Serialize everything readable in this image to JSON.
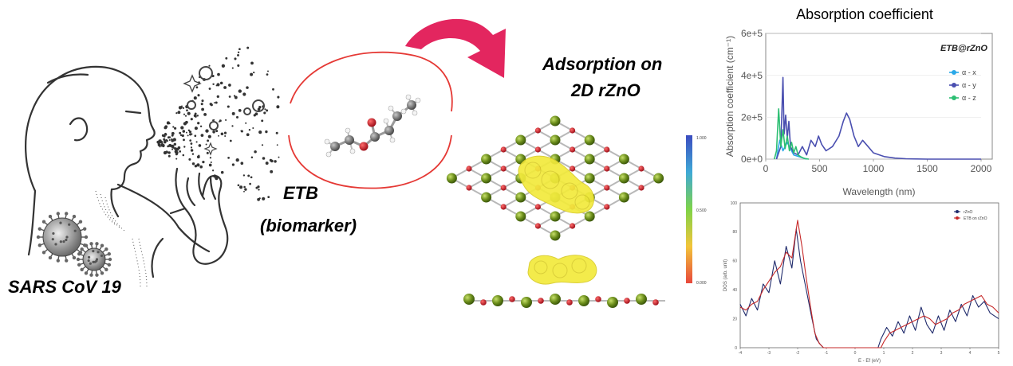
{
  "labels": {
    "virus": "SARS CoV 19",
    "etb": "ETB",
    "biomarker": "(biomarker)",
    "adsorption_line1": "Adsorption on",
    "adsorption_line2": "2D rZnO"
  },
  "colorbar": {
    "top": "1.000",
    "mid": "0.500",
    "bottom": "0.000"
  },
  "colors": {
    "arrow": "#e3265f",
    "ellipse": "#e53935",
    "zn_atom": "#6a8c1a",
    "o_atom": "#c0171d",
    "density": "#f2ea3c"
  },
  "chart_data": [
    {
      "type": "line",
      "title": "Absorption coefficient",
      "annotation": "ETB@rZnO",
      "xlabel": "Wavelength (nm)",
      "ylabel": "Absorption coefficient (cm⁻¹)",
      "xlim": [
        0,
        2000
      ],
      "ylim": [
        0,
        600000
      ],
      "xticks": [
        0,
        500,
        1000,
        1500,
        2000
      ],
      "yticks": [
        "0e+0",
        "2e+5",
        "4e+5",
        "6e+5"
      ],
      "legend": "right",
      "series": [
        {
          "name": "α - x",
          "color": "#2aa8e8",
          "x": [
            100,
            130,
            160,
            200,
            260,
            320,
            380
          ],
          "y": [
            0,
            90000,
            40000,
            80000,
            20000,
            10000,
            0
          ]
        },
        {
          "name": "α - y",
          "color": "#4a4fb0",
          "x": [
            100,
            140,
            160,
            170,
            185,
            200,
            215,
            230,
            260,
            300,
            340,
            380,
            420,
            460,
            490,
            520,
            560,
            620,
            680,
            720,
            750,
            780,
            820,
            860,
            900,
            950,
            1000,
            1100,
            1200,
            1300,
            1500,
            2000
          ],
          "y": [
            0,
            60000,
            390000,
            120000,
            210000,
            100000,
            180000,
            60000,
            30000,
            20000,
            60000,
            20000,
            90000,
            60000,
            110000,
            70000,
            40000,
            60000,
            110000,
            180000,
            220000,
            190000,
            110000,
            60000,
            90000,
            60000,
            30000,
            12000,
            5000,
            2000,
            0,
            0
          ]
        },
        {
          "name": "α - z",
          "color": "#2dbf73",
          "x": [
            80,
            100,
            120,
            140,
            160,
            180,
            200,
            220,
            240,
            260,
            280,
            300,
            330,
            360,
            400
          ],
          "y": [
            0,
            40000,
            240000,
            60000,
            140000,
            50000,
            110000,
            40000,
            80000,
            30000,
            60000,
            20000,
            10000,
            3000,
            0
          ]
        }
      ]
    },
    {
      "type": "line",
      "title": "",
      "xlabel": "E - Ef (eV)",
      "ylabel": "DOS (arb. unit)",
      "xlim": [
        -4,
        5
      ],
      "ylim": [
        0,
        100
      ],
      "xticks": [
        -4,
        -3,
        -2,
        -1,
        0,
        1,
        2,
        3,
        4,
        5
      ],
      "yticks": [
        0,
        20,
        40,
        60,
        80,
        100
      ],
      "legend": "top-right",
      "series": [
        {
          "name": "rZnO",
          "color": "#1f2a6b",
          "x": [
            -4,
            -3.8,
            -3.6,
            -3.4,
            -3.2,
            -3.0,
            -2.8,
            -2.6,
            -2.4,
            -2.2,
            -2.05,
            -1.9,
            -1.7,
            -1.5,
            -1.35,
            -1.2,
            -1.1,
            0.8,
            0.9,
            1.1,
            1.3,
            1.5,
            1.7,
            1.9,
            2.1,
            2.3,
            2.5,
            2.7,
            2.9,
            3.1,
            3.3,
            3.5,
            3.7,
            3.9,
            4.1,
            4.3,
            4.5,
            4.7,
            5.0
          ],
          "y": [
            30,
            22,
            34,
            26,
            44,
            38,
            60,
            44,
            70,
            55,
            82,
            60,
            40,
            20,
            6,
            2,
            0,
            0,
            6,
            14,
            8,
            18,
            10,
            22,
            12,
            28,
            16,
            10,
            22,
            12,
            26,
            18,
            30,
            22,
            36,
            28,
            32,
            24,
            20
          ]
        },
        {
          "name": "ETB on rZnO",
          "color": "#c62828",
          "x": [
            -4,
            -3.8,
            -3.6,
            -3.4,
            -3.2,
            -3.0,
            -2.8,
            -2.6,
            -2.4,
            -2.2,
            -2.0,
            -1.85,
            -1.7,
            -1.55,
            -1.4,
            -1.25,
            -1.1,
            0.9,
            1.0,
            1.2,
            1.4,
            1.6,
            1.8,
            2.0,
            2.2,
            2.4,
            2.6,
            2.8,
            3.0,
            3.2,
            3.4,
            3.6,
            3.8,
            4.0,
            4.2,
            4.4,
            4.6,
            4.8,
            5.0
          ],
          "y": [
            28,
            26,
            30,
            32,
            40,
            46,
            52,
            56,
            66,
            62,
            88,
            70,
            48,
            28,
            10,
            3,
            0,
            0,
            4,
            10,
            12,
            14,
            16,
            18,
            20,
            22,
            20,
            16,
            18,
            20,
            24,
            26,
            30,
            32,
            34,
            36,
            30,
            28,
            24
          ]
        }
      ]
    }
  ]
}
